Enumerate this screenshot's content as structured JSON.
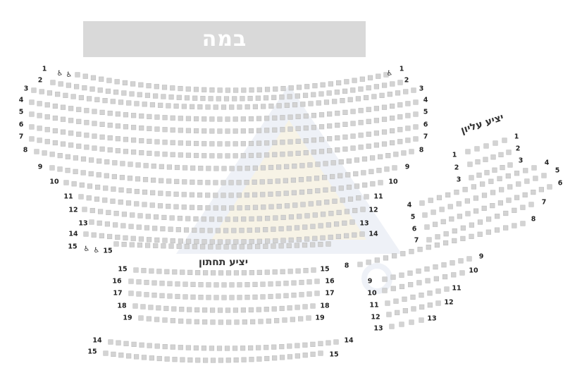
{
  "stage": {
    "label": "במה"
  },
  "sections": {
    "lower_balcony": {
      "label": "יציע תחתון"
    },
    "upper_balcony": {
      "label": "יציע עליון"
    }
  },
  "icons": {
    "wheelchair": "wheelchair-icon",
    "seat": "seat-icon",
    "watermark": "logo-watermark"
  },
  "colors": {
    "stage_bg": "#d9d9d9",
    "stage_text": "#ffffff",
    "seat_fill": "#d3d3d3",
    "seat_stroke": "#bdbdbd",
    "row_label": "#222222",
    "watermark": "#e9edf5"
  },
  "main_hall_rows": [
    "1",
    "2",
    "3",
    "4",
    "5",
    "6",
    "7",
    "8",
    "9",
    "10",
    "11",
    "12",
    "13",
    "14",
    "15"
  ],
  "lower_balcony_rows": [
    "15",
    "16",
    "17",
    "18",
    "19",
    "14",
    "15"
  ],
  "upper_balcony_rows": [
    "1",
    "2",
    "3",
    "4",
    "5",
    "6",
    "7",
    "8",
    "9",
    "10",
    "11",
    "12",
    "13"
  ],
  "wheelchair_glyph": "♿"
}
